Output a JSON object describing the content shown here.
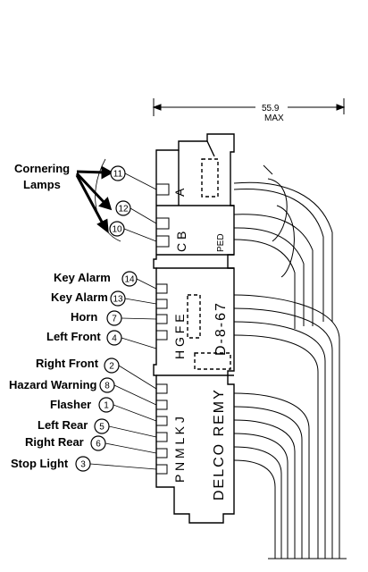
{
  "dimension": {
    "value": "55.9",
    "unit": "MAX"
  },
  "connector": {
    "top_pins": "A",
    "mid_pins": "C B",
    "mid_tag": "PED",
    "lower_pins": "H G F E",
    "part_code": "D-8-67",
    "bottom_pins": "P N M L K J",
    "brand": "DELCO REMY"
  },
  "callouts": [
    {
      "label": "Cornering",
      "num": ""
    },
    {
      "label": "Lamps",
      "num": ""
    },
    {
      "label": "Key Alarm",
      "num": "14"
    },
    {
      "label": "Key Alarm",
      "num": "13"
    },
    {
      "label": "Horn",
      "num": "7"
    },
    {
      "label": "Left Front",
      "num": "4"
    },
    {
      "label": "Right Front",
      "num": "2"
    },
    {
      "label": "Hazard Warning",
      "num": "8"
    },
    {
      "label": "Flasher",
      "num": "1"
    },
    {
      "label": "Left Rear",
      "num": "5"
    },
    {
      "label": "Right Rear",
      "num": "6"
    },
    {
      "label": "Stop Light",
      "num": "3"
    }
  ],
  "cornering_nums": [
    "11",
    "12",
    "10"
  ]
}
